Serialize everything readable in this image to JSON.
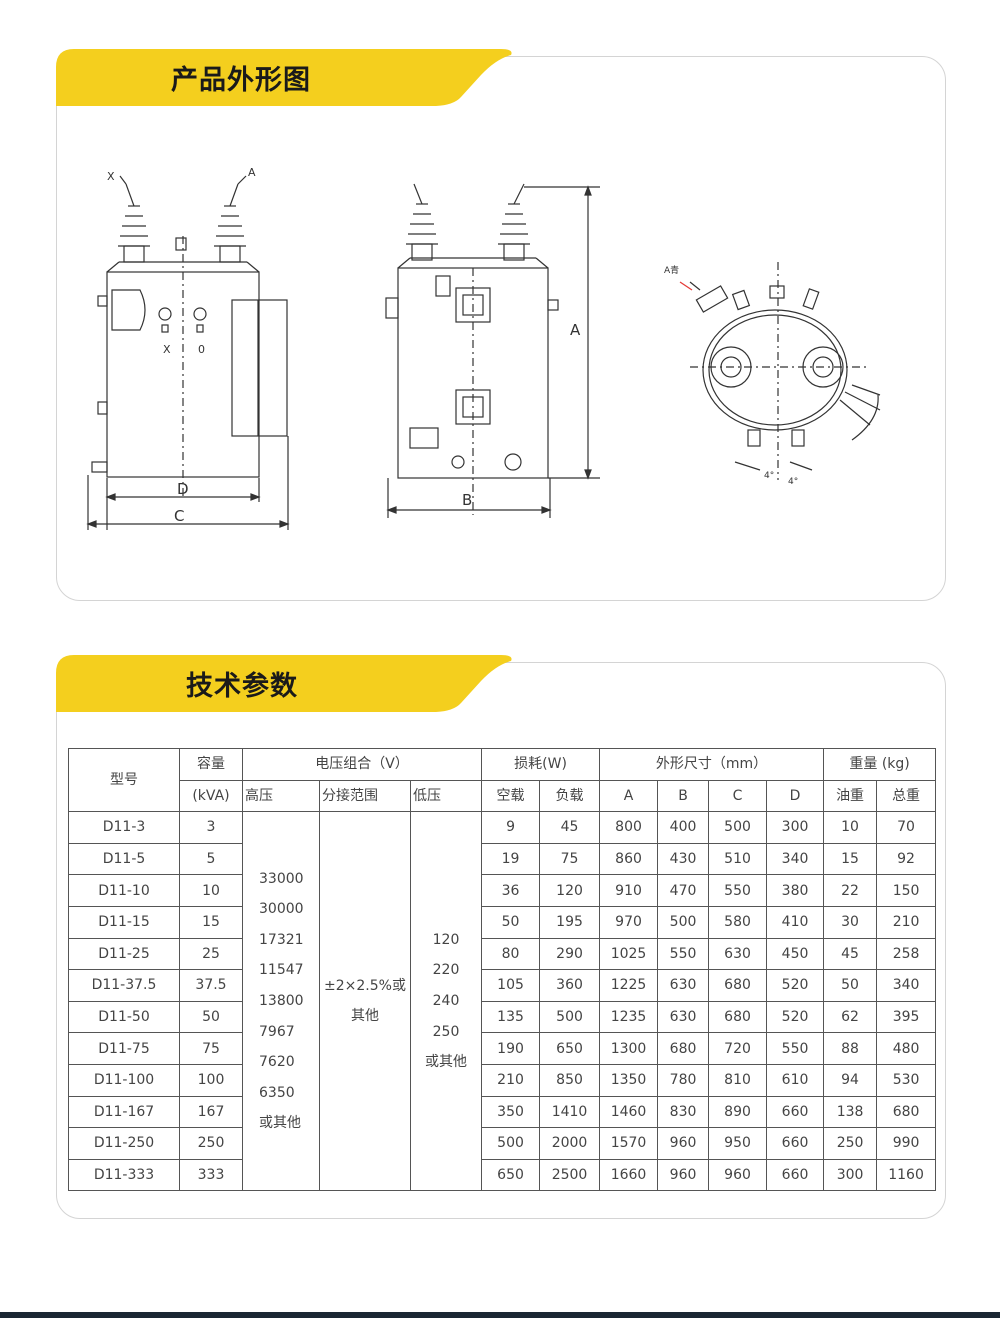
{
  "section1": {
    "title": "产品外形图"
  },
  "section2": {
    "title": "技术参数"
  },
  "drawing_labels": {
    "front_x": "X",
    "front_a": "A",
    "front_x_terminal": "X",
    "front_o_terminal": "0",
    "dim_d": "D",
    "dim_c": "C",
    "dim_a": "A",
    "dim_b": "B",
    "top_a_label": "A青",
    "angle_1": "4°",
    "angle_2": "4°"
  },
  "colors": {
    "accent_yellow": "#f4cf1e",
    "border": "#d4d4d4",
    "footer": "#1a2733"
  },
  "table": {
    "headers": {
      "model": "型号",
      "capacity": "容量",
      "capacity_unit": "(kVA)",
      "voltage": "电压组合（V）",
      "hv": "高压",
      "tap": "分接范围",
      "lv": "低压",
      "loss": "损耗(W)",
      "no_load": "空载",
      "load": "负载",
      "dims": "外形尺寸（mm）",
      "a": "A",
      "b": "B",
      "c": "C",
      "d": "D",
      "weight": "重量 (kg)",
      "oil": "油重",
      "total": "总重"
    },
    "hv_values": [
      "33000",
      "30000",
      "17321",
      "11547",
      "13800",
      "7967",
      "7620",
      "6350",
      "或其他"
    ],
    "tap_values": [
      "±2×2.5%或",
      "其他"
    ],
    "lv_values": [
      "120",
      "220",
      "240",
      "250",
      "或其他"
    ],
    "rows": [
      {
        "model": "D11-3",
        "cap": "3",
        "p0": "9",
        "pk": "45",
        "a": "800",
        "b": "400",
        "c": "500",
        "d": "300",
        "oil": "10",
        "total": "70"
      },
      {
        "model": "D11-5",
        "cap": "5",
        "p0": "19",
        "pk": "75",
        "a": "860",
        "b": "430",
        "c": "510",
        "d": "340",
        "oil": "15",
        "total": "92"
      },
      {
        "model": "D11-10",
        "cap": "10",
        "p0": "36",
        "pk": "120",
        "a": "910",
        "b": "470",
        "c": "550",
        "d": "380",
        "oil": "22",
        "total": "150"
      },
      {
        "model": "D11-15",
        "cap": "15",
        "p0": "50",
        "pk": "195",
        "a": "970",
        "b": "500",
        "c": "580",
        "d": "410",
        "oil": "30",
        "total": "210"
      },
      {
        "model": "D11-25",
        "cap": "25",
        "p0": "80",
        "pk": "290",
        "a": "1025",
        "b": "550",
        "c": "630",
        "d": "450",
        "oil": "45",
        "total": "258"
      },
      {
        "model": "D11-37.5",
        "cap": "37.5",
        "p0": "105",
        "pk": "360",
        "a": "1225",
        "b": "630",
        "c": "680",
        "d": "520",
        "oil": "50",
        "total": "340"
      },
      {
        "model": "D11-50",
        "cap": "50",
        "p0": "135",
        "pk": "500",
        "a": "1235",
        "b": "630",
        "c": "680",
        "d": "520",
        "oil": "62",
        "total": "395"
      },
      {
        "model": "D11-75",
        "cap": "75",
        "p0": "190",
        "pk": "650",
        "a": "1300",
        "b": "680",
        "c": "720",
        "d": "550",
        "oil": "88",
        "total": "480"
      },
      {
        "model": "D11-100",
        "cap": "100",
        "p0": "210",
        "pk": "850",
        "a": "1350",
        "b": "780",
        "c": "810",
        "d": "610",
        "oil": "94",
        "total": "530"
      },
      {
        "model": "D11-167",
        "cap": "167",
        "p0": "350",
        "pk": "1410",
        "a": "1460",
        "b": "830",
        "c": "890",
        "d": "660",
        "oil": "138",
        "total": "680"
      },
      {
        "model": "D11-250",
        "cap": "250",
        "p0": "500",
        "pk": "2000",
        "a": "1570",
        "b": "960",
        "c": "950",
        "d": "660",
        "oil": "250",
        "total": "990"
      },
      {
        "model": "D11-333",
        "cap": "333",
        "p0": "650",
        "pk": "2500",
        "a": "1660",
        "b": "960",
        "c": "960",
        "d": "660",
        "oil": "300",
        "total": "1160"
      }
    ]
  }
}
